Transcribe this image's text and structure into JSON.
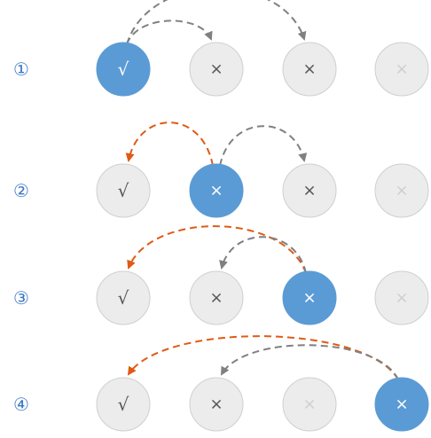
{
  "colors": {
    "active_fill": "#5b9bd5",
    "inactive_fill": "#ececec",
    "inactive_stroke": "#cfcfcf",
    "mark_dark": "#555555",
    "mark_faded": "#cfcfcf",
    "mark_on_active": "#ffffff",
    "arrow_gray": "#808080",
    "arrow_orange": "#e05a14",
    "label_blue": "#3a78c8"
  },
  "rows": [
    {
      "label": "①",
      "nodes": [
        {
          "mark": "√",
          "state": "active"
        },
        {
          "mark": "×",
          "state": "normal"
        },
        {
          "mark": "×",
          "state": "normal"
        },
        {
          "mark": "×",
          "state": "faded"
        }
      ],
      "arrows": [
        {
          "from": 0,
          "to": 1,
          "color": "gray"
        },
        {
          "from": 0,
          "to": 2,
          "color": "gray"
        }
      ]
    },
    {
      "label": "②",
      "nodes": [
        {
          "mark": "√",
          "state": "normal"
        },
        {
          "mark": "×",
          "state": "active"
        },
        {
          "mark": "×",
          "state": "normal"
        },
        {
          "mark": "×",
          "state": "faded"
        }
      ],
      "arrows": [
        {
          "from": 1,
          "to": 0,
          "color": "orange"
        },
        {
          "from": 1,
          "to": 2,
          "color": "gray"
        }
      ]
    },
    {
      "label": "③",
      "nodes": [
        {
          "mark": "√",
          "state": "normal"
        },
        {
          "mark": "×",
          "state": "normal"
        },
        {
          "mark": "×",
          "state": "active"
        },
        {
          "mark": "×",
          "state": "faded"
        }
      ],
      "arrows": [
        {
          "from": 2,
          "to": 0,
          "color": "orange"
        },
        {
          "from": 2,
          "to": 1,
          "color": "gray"
        }
      ]
    },
    {
      "label": "④",
      "nodes": [
        {
          "mark": "√",
          "state": "normal"
        },
        {
          "mark": "×",
          "state": "normal"
        },
        {
          "mark": "×",
          "state": "faded"
        },
        {
          "mark": "×",
          "state": "active"
        }
      ],
      "arrows": [
        {
          "from": 3,
          "to": 0,
          "color": "orange"
        },
        {
          "from": 3,
          "to": 1,
          "color": "gray"
        }
      ]
    }
  ]
}
